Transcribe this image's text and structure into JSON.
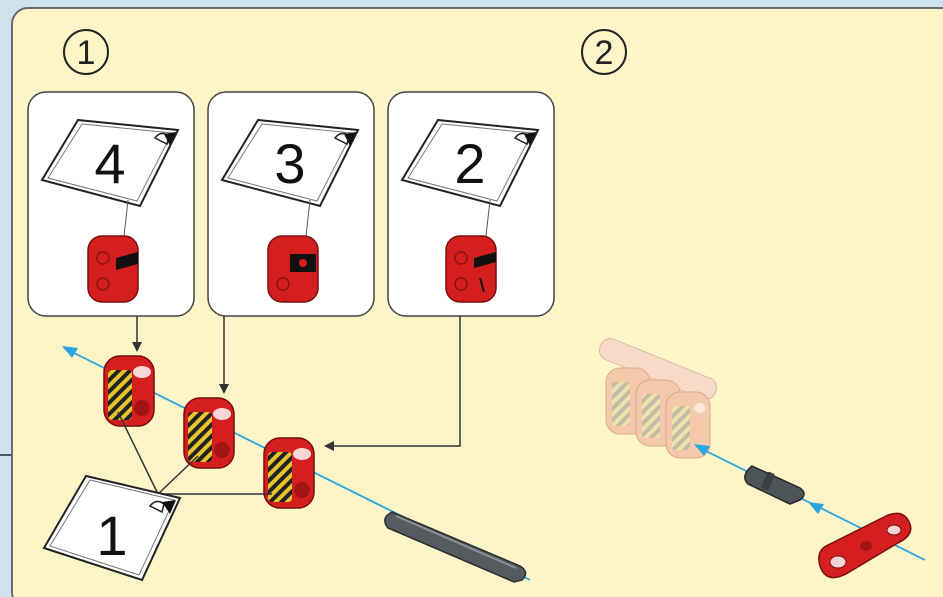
{
  "steps": [
    {
      "number": "1"
    },
    {
      "number": "2"
    }
  ],
  "callouts": [
    {
      "sticker_label": "4"
    },
    {
      "sticker_label": "3"
    },
    {
      "sticker_label": "2"
    }
  ],
  "main_sticker": {
    "label": "1"
  },
  "colors": {
    "panel_bg": "#fdf4c8",
    "page_bg": "#cfe3ef",
    "brick_red": "#d51f1f",
    "axle_dark": "#555a5e",
    "faded_parts": "#f3c2a8",
    "guide_line": "#2aa6e0",
    "hazard_yellow": "#e8c42a"
  }
}
